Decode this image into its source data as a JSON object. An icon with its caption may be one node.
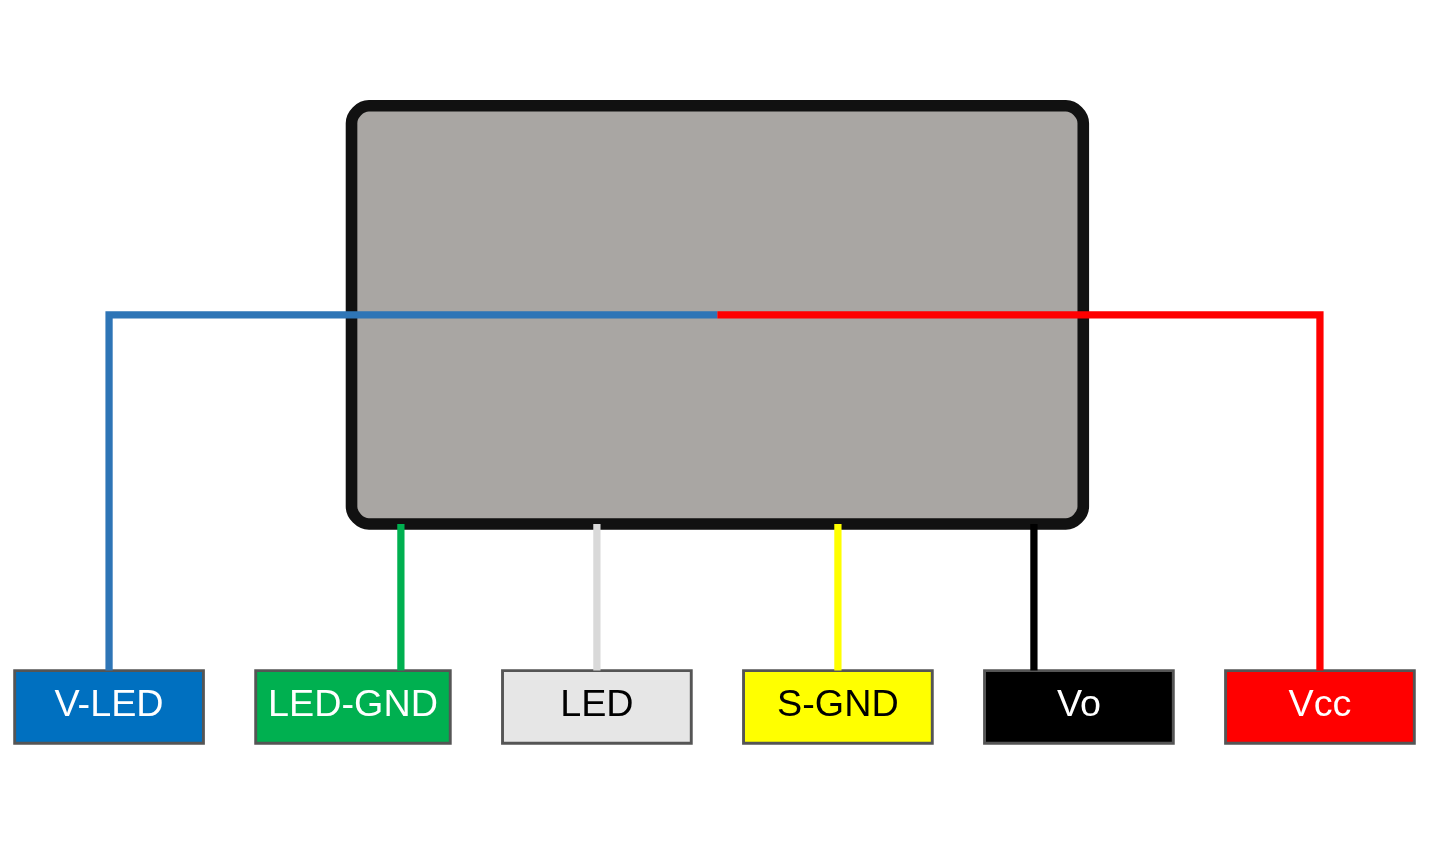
{
  "diagram": {
    "nodes": [
      {
        "text": [],
        "shape": "picture"
      },
      {
        "text": [
          "V-LED"
        ]
      },
      {
        "text": [
          "LED-GND"
        ]
      },
      {
        "text": [
          "LED"
        ]
      },
      {
        "text": [
          "S-GND"
        ]
      },
      {
        "text": [
          "Vo"
        ]
      },
      {
        "text": [
          "Vcc"
        ]
      }
    ],
    "edges": [
      {
        "from": 0,
        "to": 1,
        "arrow": "none",
        "color": "#2e75b6"
      },
      {
        "from": 0,
        "to": 2,
        "arrow": "none",
        "color": "#00b050"
      },
      {
        "from": 0,
        "to": 3,
        "arrow": "none",
        "color": "#d9d9d9"
      },
      {
        "from": 0,
        "to": 4,
        "arrow": "none",
        "color": "#ffff00"
      },
      {
        "from": 0,
        "to": 5,
        "arrow": "none",
        "color": "#000000"
      },
      {
        "from": 0,
        "to": 6,
        "arrow": "none",
        "color": "#ff0000"
      }
    ]
  }
}
